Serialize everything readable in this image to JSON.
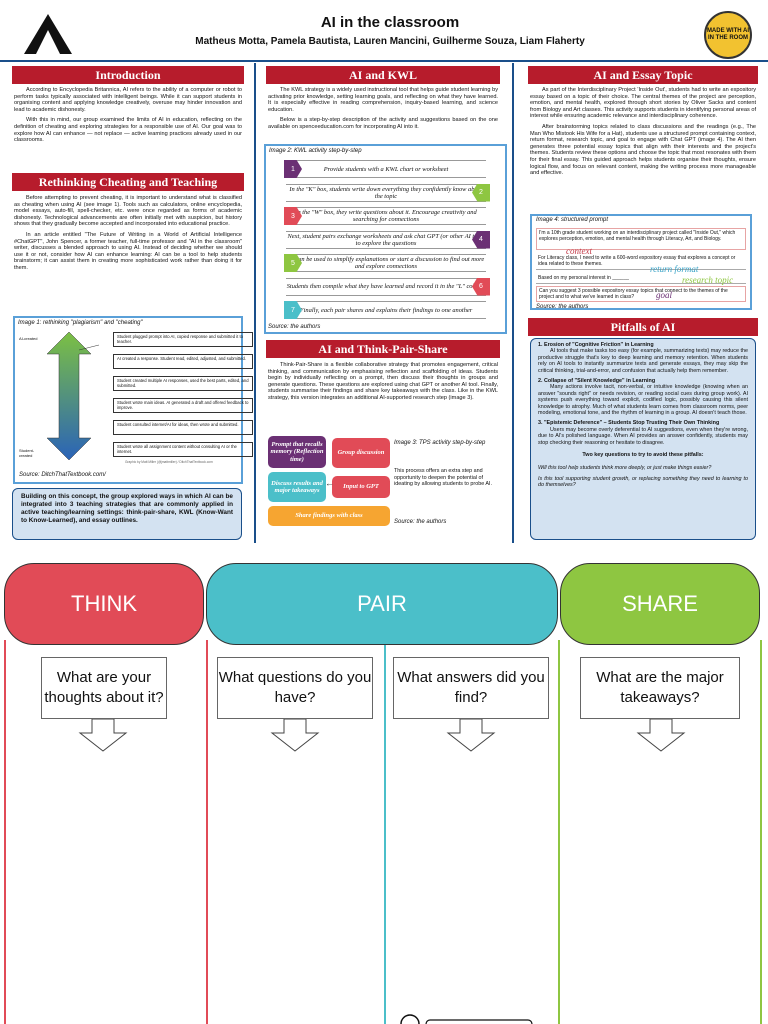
{
  "header": {
    "title": "AI in the classroom",
    "authors": "Matheus Motta, Pamela Bautista, Lauren Mancini, Guilherme Souza, Liam Flaherty",
    "badge": "MADE WITH AI IN THE ROOM"
  },
  "intro": {
    "heading": "Introduction",
    "p1": "According to Encyclopedia Britannica, AI refers to the ability of a computer or robot to perform tasks typically associated with intelligent beings. While it can support students in organising content and applying knowledge creatively, overuse may hinder innovation and lead to academic dishonesty.",
    "p2": "With this in mind, our group examined the limits of AI in education, reflecting on the definition of cheating and exploring strategies for a responsible use of AI. Our goal was to explore how AI can enhance — not replace — active learning practices already used in our classrooms."
  },
  "rethinking": {
    "heading": "Rethinking Cheating and Teaching",
    "p1": "Before attempting to prevent cheating, it is important to understand what is classified as cheating when using AI (see image 1). Tools such as calculators, online encyclopedia, model essays, auto-fill, spell-checker, etc. were once regarded as forms of academic dishonesty. Technological advancements are often initially met with suspicion, but history shows that they gradually become accepted and incorporated into educational practice.",
    "p2": "In an article entitled \"The Future of Writing in a World of Artificial Intelligence #ChatGPT\", John Spencer, a former teacher, full-time professor and \"AI in the classroom\" writer, discusses a blended approach to using AI. Instead of deciding whether we should use it or not, consider how AI can enhance learning: AI can be a tool to help students brainstorm; it can assist them in creating more sophisticated work rather than doing it for them.",
    "figure_caption": "Image 1: rethinking \"plagiarism\" and \"cheating\"",
    "scale_top": "AI-created",
    "scale_bottom": "Student-created",
    "scale_items": [
      "Student plugged prompt into AI, copied response and submitted it to teacher.",
      "AI created a response. Student read, edited, adjusted, and submitted.",
      "Student created multiple AI responses, used the best parts, edited, and submitted.",
      "Student wrote main ideas. AI generated a draft and offered feedback to improve.",
      "Student consulted internet/AI for ideas, then wrote and submitted.",
      "Student wrote all assignment content without consulting AI or the internet."
    ],
    "graphic_credit": "Graphic by Matt Miller (@jmattmiller) / DitchThatTextbook.com",
    "source": "Source: DitchThatTextbook.com/"
  },
  "summary_box": "Building on this concept, the group explored ways in which AI can be integrated into 3 teaching strategies that are commonly applied in active teaching/learning settings: think-pair-share, KWL (Know-Want to Know-Learned), and essay outlines.",
  "kwl": {
    "heading": "AI and KWL",
    "p1": "The KWL strategy is a widely used instructional tool that helps guide student learning by activating prior knowledge, setting learning goals, and reflecting on what they have learned. It is especially effective in reading comprehension, inquiry-based learning, and science education.",
    "p2": "Below is a step-by-step description of the activity and suggestions based on the one available on spenceeducation.com for incorporating AI into it.",
    "figure_caption": "Image 2: KWL activity step-by-step",
    "steps": [
      "Provide students with a KWL chart or worksheet",
      "In the \"K\" box, students write down everything they confidently know about the topic",
      "In the \"W\" box, they write questions about it. Encourage creativity and searching for connections",
      "Next, student pairs exchange worksheets and ask chat GPT (or other AI tool) to explore the questions",
      "AI can be used to simplify explanations or start a discussion to find out more and explore connections",
      "Students then compile what they have learned and record it in the \"L\" column",
      "Finally, each pair shares and explains their findings to one another"
    ],
    "numbers": [
      "1",
      "2",
      "3",
      "4",
      "5",
      "6",
      "7"
    ],
    "source": "Source: the authors"
  },
  "tps": {
    "heading": "AI and Think-Pair-Share",
    "p1": "Think-Pair-Share is a flexible collaborative strategy that promotes engagement, critical thinking, and communication by emphasising reflection and scaffolding of ideas. Students begin by individually reflecting on a prompt, then discuss their thoughts in groups and generate questions. These questions are explored using chat GPT or another AI tool. Finally, students summarise their findings and share key takeaways with the class. Like in the KWL strategy, this version integrates an additional AI-supported research step (image 3).",
    "boxes": {
      "prompt": "Prompt that recalls memory (Reflection time)",
      "group": "Group discussion",
      "discuss": "Discuss results and major takeaways",
      "input": "Input to GPT",
      "share": "Share findings with class"
    },
    "figure_caption": "Image 3: TPS activity step-by-step",
    "figure_note": "This process offers an extra step and opportunity to deepen the potential of ideating by allowing students to probe AI.",
    "source": "Source: the authors"
  },
  "essay": {
    "heading": "AI and Essay Topic",
    "p1": "As part of the Interdisciplinary Project 'Inside Out', students had to write an expository essay based on a topic of their choice. The central themes of the project are perception, emotion, and mental health, explored through short stories by Oliver Sacks and content from Biology and Art classes. This activity supports students in identifying personal areas of interest while ensuring academic relevance and interdisciplinary coherence.",
    "p2": "After brainstorming topics related to class discussions and the readings (e.g., The Man Who Mistook His Wife for a Hat), students use a structured prompt containing context, return format, research topic, and goal to engage with Chat GPT (image 4). The AI then generates three potential essay topics that align with their interests and the project's themes. Students review these options and choose the topic that most resonates with them for their final essay. This guided approach helps students organise their thoughts, ensure logical flow, and focus on relevant content, making the writing process more manageable and effective.",
    "figure_caption": "Image 4: structured prompt",
    "prompt_lines": [
      "I'm a 10th grade student working on an interdisciplinary project called \"Inside Out,\" which explores perception, emotion, and mental health through Literacy, Art, and Biology.",
      "For Literacy class, I need to write a 600-word expository essay that explores a concept or idea related to these themes.",
      "Based on my personal interest in ______",
      "Can you suggest 3 possible expository essay topics that connect to the themes of the project and to what we've learned in class?"
    ],
    "labels": [
      "context",
      "return format",
      "research topic",
      "goal"
    ],
    "source": "Source: the authors"
  },
  "pitfalls": {
    "heading": "Pitfalls of AI",
    "items": [
      {
        "title": "1. Erosion of \"Cognitive Friction\" in Learning",
        "body": "AI tools that make tasks too easy (for example, summarizing texts) may reduce the productive struggle that's key to deep learning and memory retention. When students rely on AI tools to instantly summarize texts and generate essays, they may skip the critical thinking, trial-and-error, and confusion that actually help them remember."
      },
      {
        "title": "2. Collapse of \"Silent Knowledge\" in Learning",
        "body": "Many actions involve tacit, non-verbal, or intuitive knowledge (knowing when an answer \"sounds right\" or needs revision, or reading social cues during group work). AI systems push everything toward explicit, codified logic, possibly causing this silent knowledge to atrophy. Much of what students learn comes from classroom norms, peer modeling, emotional tone, and the rhythm of learning in a group. AI doesn't teach those."
      },
      {
        "title": "3. \"Epistemic Deference\" – Students Stop Trusting Their Own Thinking",
        "body": "Users may become overly deferential to AI suggestions, even when they're wrong, due to AI's polished language. When AI provides an answer confidently, students may stop checking their reasoning or hesitate to disagree."
      }
    ],
    "questions_title": "Two key questions to try to avoid these pitfalls:",
    "q1": "Will this tool help students think more deeply, or just make things easier?",
    "q2": "Is this tool supporting student growth, or replacing something they need to learning to do themselves?"
  },
  "bottom": {
    "columns": [
      {
        "title": "THINK",
        "question": "What are your thoughts about it?"
      },
      {
        "title": "PAIR",
        "question": "What questions do you have?"
      },
      {
        "title": "",
        "question": "What answers did you find?"
      },
      {
        "title": "SHARE",
        "question": "What are the major takeaways?"
      }
    ]
  },
  "colors": {
    "red": "#b71c2c",
    "think": "#e14b57",
    "pair": "#4bbfc9",
    "share": "#8ec641",
    "purple": "#6b3074",
    "orange": "#f6a531"
  }
}
